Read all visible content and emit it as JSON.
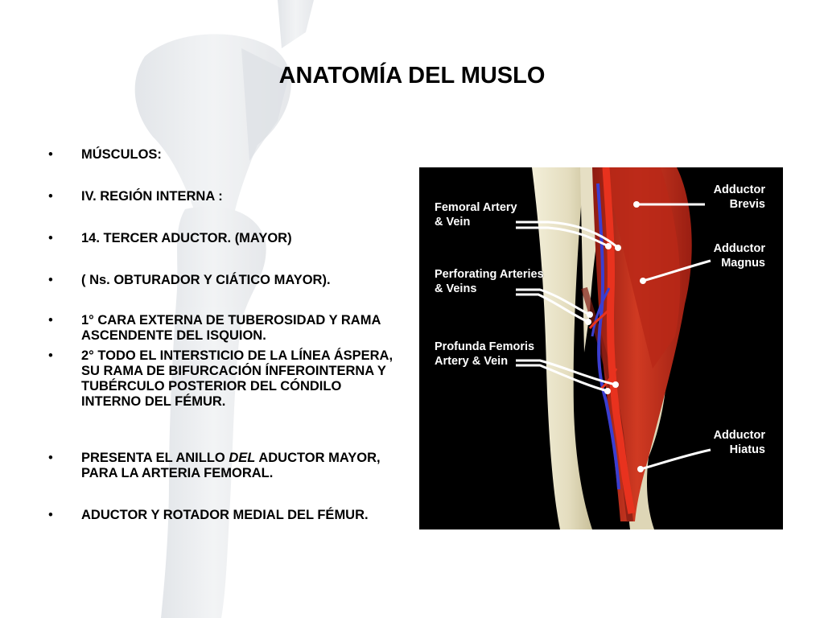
{
  "slide": {
    "title": "ANATOMÍA DEL MUSLO",
    "bullet_glyph": "•",
    "bullets": [
      {
        "text": "MÚSCULOS:"
      },
      {
        "text": "IV. REGIÓN INTERNA :"
      },
      {
        "text": "14. TERCER ADUCTOR. (MAYOR)"
      },
      {
        "text": "( Ns. OBTURADOR Y CIÁTICO MAYOR)."
      },
      {
        "text": "1° CARA EXTERNA DE TUBEROSIDAD Y RAMA ASCENDENTE DEL ISQUION."
      },
      {
        "text": "2° TODO EL INTERSTICIO DE LA LÍNEA ÁSPERA, SU RAMA DE BIFURCACIÓN ÍNFEROINTERNA Y  TUBÉRCULO POSTERIOR DEL CÓNDILO INTERNO DEL FÉMUR."
      },
      {
        "before": "PRESENTA EL ANILLO ",
        "italic": "DEL",
        "after": " ADUCTOR MAYOR, PARA LA ARTERIA FEMORAL."
      },
      {
        "text": "ADUCTOR Y ROTADOR MEDIAL DEL FÉMUR."
      }
    ]
  },
  "figure": {
    "labels": {
      "femoral_artery": [
        "Femoral Artery",
        "& Vein"
      ],
      "perforating": [
        "Perforating Arteries",
        "& Veins"
      ],
      "profunda": [
        "Profunda Femoris",
        "Artery & Vein"
      ],
      "adductor_brevis": [
        "Adductor",
        "Brevis"
      ],
      "adductor_magnus": [
        "Adductor",
        "Magnus"
      ],
      "adductor_hiatus": [
        "Adductor",
        "Hiatus"
      ]
    },
    "colors": {
      "background": "#000000",
      "bone": "#e8e2c8",
      "muscle": "#c42a1c",
      "artery": "#e8321e",
      "vein": "#3b3ed0",
      "leader": "#ffffff"
    }
  }
}
